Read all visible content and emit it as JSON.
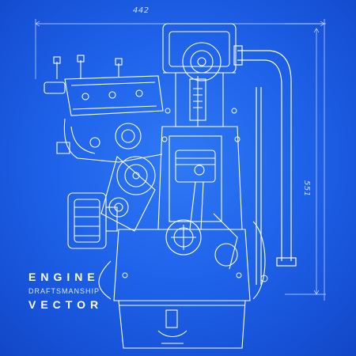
{
  "dimensions": {
    "width_label": "442",
    "height_label": "551"
  },
  "title": {
    "line1": "ENGINE",
    "line2": "DRAFTSMANSHIP",
    "line3": "VECTOR"
  },
  "colors": {
    "background": "#1f63ea",
    "line": "#ffffff",
    "dimension": "#cfe0ff"
  }
}
